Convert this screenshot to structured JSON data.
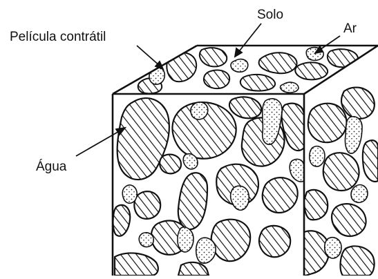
{
  "labels": {
    "solo": "Solo",
    "ar": "Ar",
    "pelicula": "Película contrátil",
    "agua": "Água"
  },
  "colors": {
    "ink": "#111111",
    "background": "#ffffff"
  }
}
